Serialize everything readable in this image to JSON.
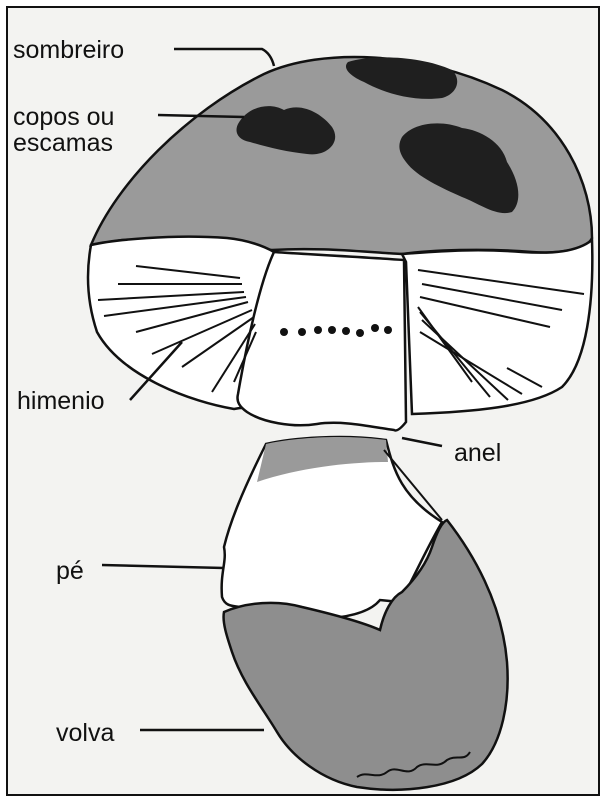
{
  "labels": {
    "sombreiro": "sombreiro",
    "copos_ou_escamas": "copos ou escamas",
    "himenio": "himenio",
    "anel": "anel",
    "pe": "pé",
    "volva": "volva"
  },
  "colors": {
    "cap": "#9a9a9a",
    "scales": "#1f1f1f",
    "volva": "#8e8e8e",
    "outline": "#111111",
    "paper": "#f3f3f1"
  }
}
